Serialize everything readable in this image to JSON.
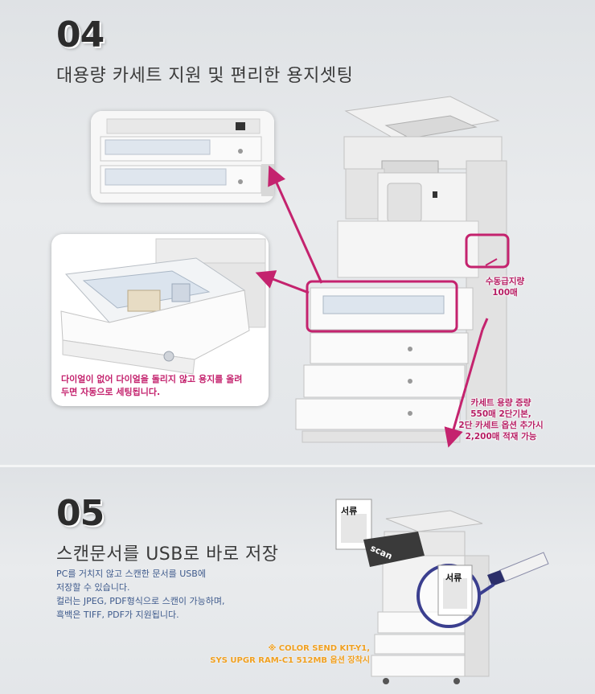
{
  "section1": {
    "number": "04",
    "title": "대용량 카세트 지원 및 편리한 용지셋팅",
    "dial_caption": [
      "다이얼이 없어 다이얼을 돌리지 않고 용지를 올려",
      "두면 자동으로 세팅됩니다."
    ],
    "manual_feed_label": [
      "수동급지량",
      "100매"
    ],
    "cassette_label": [
      "카세트 용량 증량",
      "550매 2단기본,",
      "2단 카세트 옵션 추가시",
      "2,200매 적재 가능"
    ]
  },
  "section2": {
    "number": "05",
    "title": "스캔문서를 USB로 바로 저장",
    "description": [
      "PC를 거치지 않고 스캔한 문서를 USB에",
      "저장할 수 있습니다.",
      "컬러는 JPEG, PDF형식으로 스캔이 가능하며,",
      "흑백은 TIFF, PDF가 지원됩니다."
    ],
    "doc_label_top": "서류",
    "doc_label_bottom": "서류",
    "scan_label": "scan",
    "option_note": [
      "※ COLOR SEND KIT-Y1,",
      "SYS UPGR RAM-C1 512MB 옵션 장착시"
    ]
  },
  "colors": {
    "accent": "#c4236e",
    "text_blue": "#3e5a8c",
    "note_orange": "#f0a020"
  }
}
